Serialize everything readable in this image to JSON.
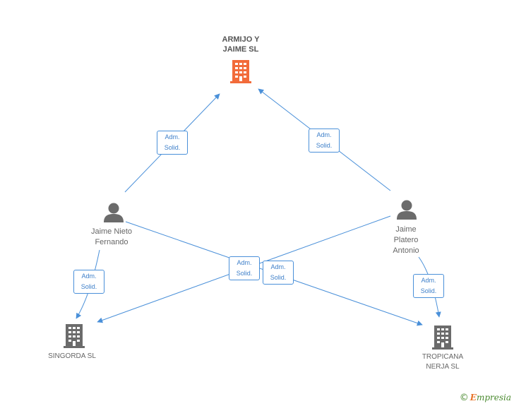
{
  "colors": {
    "main_company": "#f26b3a",
    "company": "#666666",
    "person": "#666666",
    "edge": "#4a90d9"
  },
  "nodes": {
    "armijo": {
      "label": "ARMIJO Y\nJAIME SL",
      "icon": "building-icon"
    },
    "jaime_nieto": {
      "label": "Jaime Nieto\nFernando",
      "icon": "person-icon"
    },
    "jaime_platero": {
      "label": "Jaime\nPlatero\nAntonio",
      "icon": "person-icon"
    },
    "singorda": {
      "label": "SINGORDA SL",
      "icon": "building-icon"
    },
    "tropicana": {
      "label": "TROPICANA\nNERJA SL",
      "icon": "building-icon"
    }
  },
  "edges": [
    {
      "id": "nieto-armijo",
      "label": "Adm.\nSolid."
    },
    {
      "id": "platero-armijo",
      "label": "Adm.\nSolid."
    },
    {
      "id": "nieto-singorda",
      "label": "Adm.\nSolid."
    },
    {
      "id": "platero-singorda",
      "label": "Adm.\nSolid."
    },
    {
      "id": "nieto-tropicana",
      "label": "Adm.\nSolid."
    },
    {
      "id": "platero-tropicana",
      "label": "Adm.\nSolid."
    }
  ],
  "brand": {
    "copyright": "©",
    "name_first": "E",
    "name_rest": "mpresia"
  }
}
